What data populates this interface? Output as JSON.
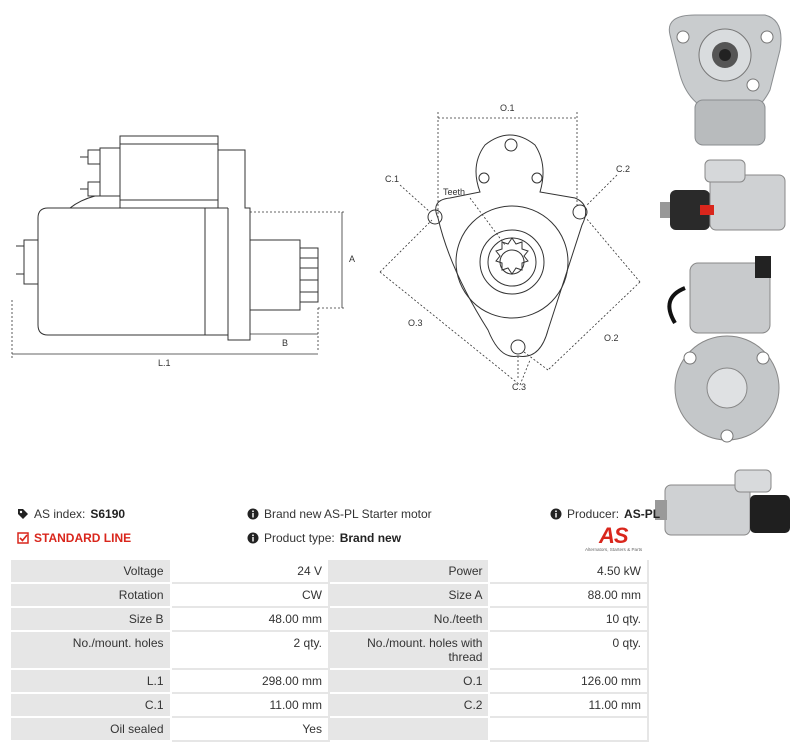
{
  "drawing": {
    "side_labels": {
      "a": "A",
      "b": "B",
      "l1": "L.1"
    },
    "front_labels": {
      "o1": "O.1",
      "o2": "O.2",
      "o3": "O.3",
      "c1": "C.1",
      "c2": "C.2",
      "c3": "C.3",
      "teeth": "Teeth"
    }
  },
  "info": {
    "as_index_label": "AS index:",
    "as_index_value": "S6190",
    "description": "Brand new AS-PL Starter motor",
    "producer_label": "Producer:",
    "producer_value": "AS-PL",
    "standard_line": "STANDARD LINE",
    "product_type_label": "Product type:",
    "product_type_value": "Brand new",
    "logo_text": "AS",
    "logo_tagline": "Alternators, Starters & Parts"
  },
  "specs": [
    {
      "l1": "Voltage",
      "v1": "24 V",
      "l2": "Power",
      "v2": "4.50 kW"
    },
    {
      "l1": "Rotation",
      "v1": "CW",
      "l2": "Size A",
      "v2": "88.00 mm"
    },
    {
      "l1": "Size B",
      "v1": "48.00 mm",
      "l2": "No./teeth",
      "v2": "10 qty."
    },
    {
      "l1": "No./mount. holes",
      "v1": "2 qty.",
      "l2": "No./mount. holes with thread",
      "v2": "0 qty."
    },
    {
      "l1": "L.1",
      "v1": "298.00 mm",
      "l2": "O.1",
      "v2": "126.00 mm"
    },
    {
      "l1": "C.1",
      "v1": "11.00 mm",
      "l2": "C.2",
      "v2": "11.00 mm"
    },
    {
      "l1": "Oil sealed",
      "v1": "Yes",
      "l2": "",
      "v2": ""
    }
  ]
}
